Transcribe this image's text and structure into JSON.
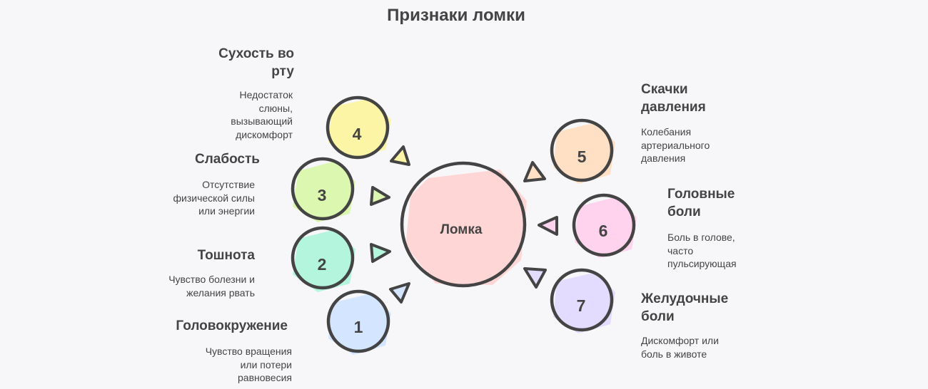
{
  "title": "Признаки ломки",
  "center": {
    "label": "Ломка",
    "color": "#ffd6d6"
  },
  "items": [
    {
      "number": "1",
      "label": "Головокружение",
      "description": "Чувство вращения\nили потери\nравновесия",
      "color": "#d4e6ff"
    },
    {
      "number": "2",
      "label": "Тошнота",
      "description": "Чувство болезни и\nжелания рвать",
      "color": "#b3f5dd"
    },
    {
      "number": "3",
      "label": "Слабость",
      "description": "Отсутствие\nфизической силы\nили энергии",
      "color": "#dcf7b0"
    },
    {
      "number": "4",
      "label": "Сухость во\nрту",
      "description": "Недостаток\nслюны,\nвызывающий\nдискомфорт",
      "color": "#fdf5a6"
    },
    {
      "number": "5",
      "label": "Скачки\nдавления",
      "description": "Колебания\nартериального\nдавления",
      "color": "#ffe0c4"
    },
    {
      "number": "6",
      "label": "Головные\nболи",
      "description": "Боль в голове,\nчасто\nпульсирующая",
      "color": "#ffd3ee"
    },
    {
      "number": "7",
      "label": "Желудочные\nболи",
      "description": "Дискомфорт или\nболь в животе",
      "color": "#e4dcff"
    }
  ]
}
